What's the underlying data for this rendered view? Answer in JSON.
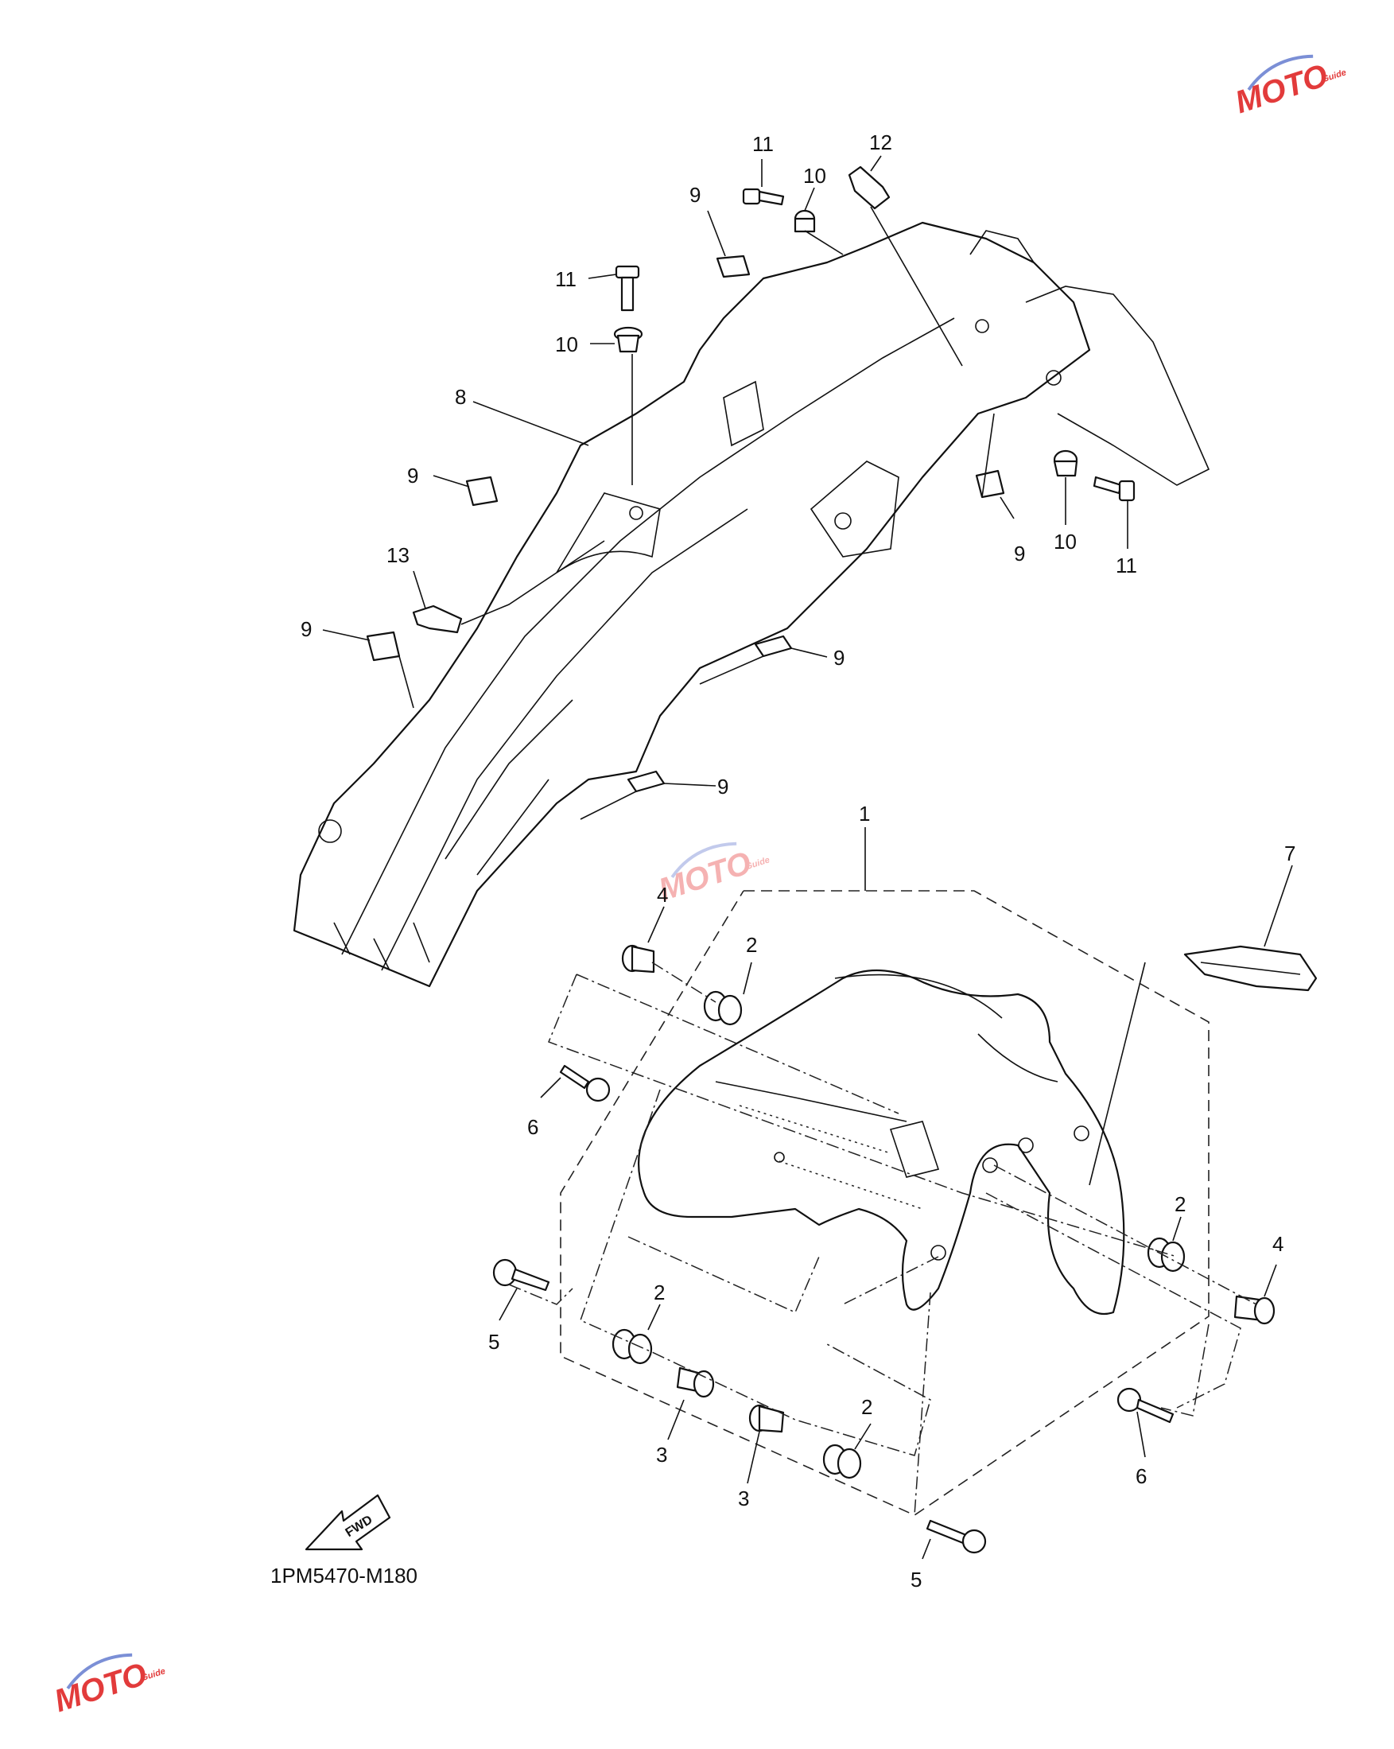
{
  "diagram": {
    "code": "1PM5470-M180",
    "fwd_label": "FWD",
    "watermark": {
      "text": "MOTO",
      "sub": "Guide"
    },
    "callouts": [
      {
        "id": "c-11a",
        "text": "11"
      },
      {
        "id": "c-12",
        "text": "12"
      },
      {
        "id": "c-10a",
        "text": "10"
      },
      {
        "id": "c-9a",
        "text": "9"
      },
      {
        "id": "c-11b",
        "text": "11"
      },
      {
        "id": "c-10b",
        "text": "10"
      },
      {
        "id": "c-8",
        "text": "8"
      },
      {
        "id": "c-9b",
        "text": "9"
      },
      {
        "id": "c-13",
        "text": "13"
      },
      {
        "id": "c-9c",
        "text": "9"
      },
      {
        "id": "c-9d",
        "text": "9"
      },
      {
        "id": "c-9e",
        "text": "9"
      },
      {
        "id": "c-9f",
        "text": "9"
      },
      {
        "id": "c-10c",
        "text": "10"
      },
      {
        "id": "c-11c",
        "text": "11"
      },
      {
        "id": "c-1",
        "text": "1"
      },
      {
        "id": "c-4a",
        "text": "4"
      },
      {
        "id": "c-2a",
        "text": "2"
      },
      {
        "id": "c-7",
        "text": "7"
      },
      {
        "id": "c-6a",
        "text": "6"
      },
      {
        "id": "c-2b",
        "text": "2"
      },
      {
        "id": "c-4b",
        "text": "4"
      },
      {
        "id": "c-5a",
        "text": "5"
      },
      {
        "id": "c-2c",
        "text": "2"
      },
      {
        "id": "c-3a",
        "text": "3"
      },
      {
        "id": "c-2d",
        "text": "2"
      },
      {
        "id": "c-3b",
        "text": "3"
      },
      {
        "id": "c-6b",
        "text": "6"
      },
      {
        "id": "c-5b",
        "text": "5"
      }
    ]
  }
}
